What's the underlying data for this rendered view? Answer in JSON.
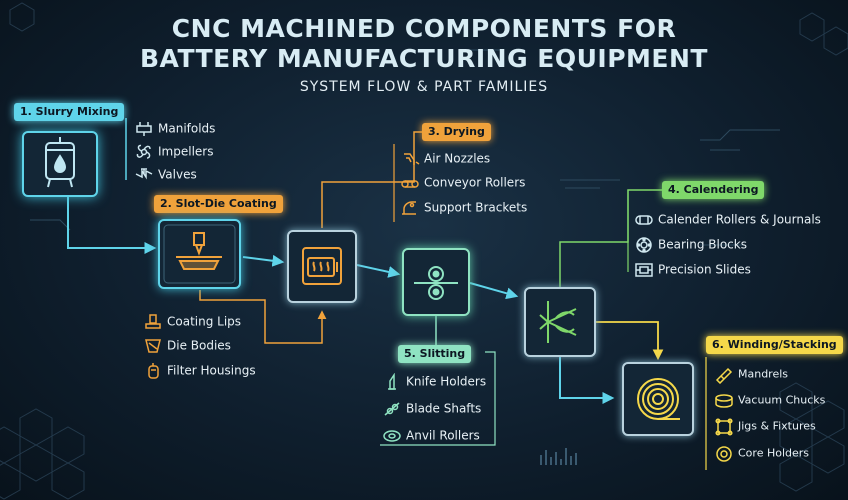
{
  "title": {
    "line1": "CNC MACHINED COMPONENTS FOR",
    "line2": "BATTERY MANUFACTURING EQUIPMENT",
    "subtitle": "SYSTEM FLOW & PART FAMILIES"
  },
  "colors": {
    "cyan": "#5fd4ea",
    "orange": "#f0a23b",
    "yellow": "#f5d84a",
    "green": "#7fd86a",
    "mint": "#8fe3c2"
  },
  "stages": [
    {
      "label": "1. Slurry Mixing",
      "icon": "mixing-tank-icon",
      "parts": [
        {
          "label": "Manifolds",
          "icon": "manifold-icon"
        },
        {
          "label": "Impellers",
          "icon": "impeller-icon"
        },
        {
          "label": "Valves",
          "icon": "valve-icon"
        }
      ]
    },
    {
      "label": "2. Slot-Die Coating",
      "icon": "slot-die-icon",
      "parts": [
        {
          "label": "Coating Lips",
          "icon": "coating-lip-icon"
        },
        {
          "label": "Die Bodies",
          "icon": "die-body-icon"
        },
        {
          "label": "Filter Housings",
          "icon": "filter-housing-icon"
        }
      ]
    },
    {
      "label": "3. Drying",
      "icon": "drying-oven-icon",
      "parts": [
        {
          "label": "Air Nozzles",
          "icon": "air-nozzle-icon"
        },
        {
          "label": "Conveyor Rollers",
          "icon": "conveyor-roller-icon"
        },
        {
          "label": "Support Brackets",
          "icon": "support-bracket-icon"
        }
      ]
    },
    {
      "label": "4. Calendering",
      "icon": "calender-icon",
      "parts": [
        {
          "label": "Calender Rollers & Journals",
          "icon": "calender-roller-icon"
        },
        {
          "label": "Bearing Blocks",
          "icon": "bearing-block-icon"
        },
        {
          "label": "Precision Slides",
          "icon": "precision-slide-icon"
        }
      ]
    },
    {
      "label": "5. Slitting",
      "icon": "slitting-rollers-icon",
      "parts": [
        {
          "label": "Knife Holders",
          "icon": "knife-holder-icon"
        },
        {
          "label": "Blade Shafts",
          "icon": "blade-shaft-icon"
        },
        {
          "label": "Anvil Rollers",
          "icon": "anvil-roller-icon"
        }
      ]
    },
    {
      "label": "6. Winding/Stacking",
      "icon": "winding-coil-icon",
      "parts": [
        {
          "label": "Mandrels",
          "icon": "mandrel-icon"
        },
        {
          "label": "Vacuum Chucks",
          "icon": "vacuum-chuck-icon"
        },
        {
          "label": "Jigs & Fixtures",
          "icon": "jig-fixture-icon"
        },
        {
          "label": "Core Holders",
          "icon": "core-holder-icon"
        }
      ]
    }
  ]
}
